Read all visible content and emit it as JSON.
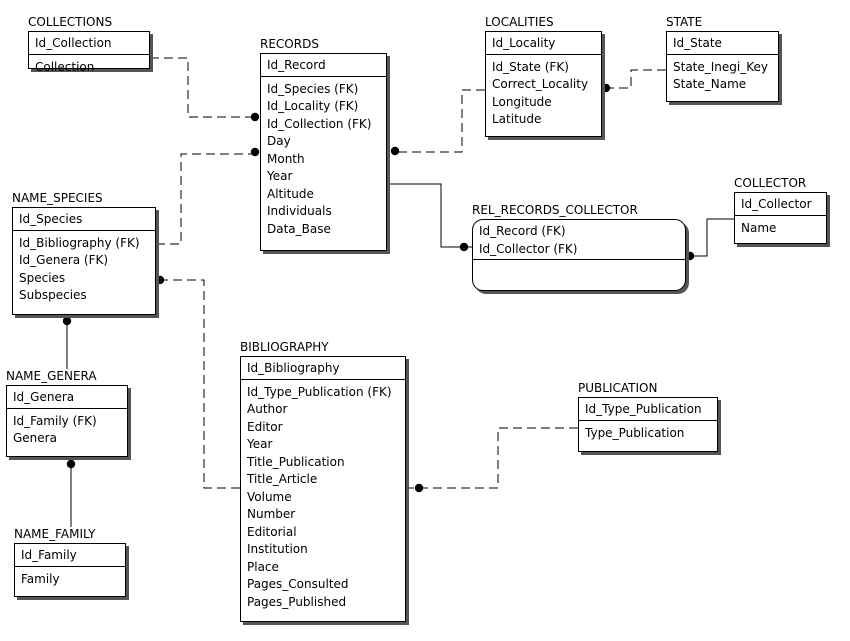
{
  "entities": [
    {
      "id": "collections",
      "name": "COLLECTIONS",
      "pk": [
        "Id_Collection"
      ],
      "attributes": [
        "Collection"
      ]
    },
    {
      "id": "records",
      "name": "RECORDS",
      "pk": [
        "Id_Record"
      ],
      "attributes": [
        "Id_Species (FK)",
        "Id_Locality (FK)",
        "Id_Collection (FK)",
        "Day",
        "Month",
        "Year",
        "Altitude",
        "Individuals",
        "Data_Base"
      ]
    },
    {
      "id": "localities",
      "name": "LOCALITIES",
      "pk": [
        "Id_Locality"
      ],
      "attributes": [
        "Id_State (FK)",
        "Correct_Locality",
        "Longitude",
        "Latitude"
      ]
    },
    {
      "id": "state",
      "name": "STATE",
      "pk": [
        "Id_State"
      ],
      "attributes": [
        "State_Inegi_Key",
        "State_Name"
      ]
    },
    {
      "id": "name_species",
      "name": "NAME_SPECIES",
      "pk": [
        "Id_Species"
      ],
      "attributes": [
        "Id_Bibliography (FK)",
        "Id_Genera (FK)",
        "Species",
        "Subspecies"
      ]
    },
    {
      "id": "rel_records_collector",
      "name": "REL_RECORDS_COLLECTOR",
      "pk": [
        "Id_Record (FK)",
        "Id_Collector (FK)"
      ],
      "attributes": []
    },
    {
      "id": "collector",
      "name": "COLLECTOR",
      "pk": [
        "Id_Collector"
      ],
      "attributes": [
        "Name"
      ]
    },
    {
      "id": "name_genera",
      "name": "NAME_GENERA",
      "pk": [
        "Id_Genera"
      ],
      "attributes": [
        "Id_Family (FK)",
        "Genera"
      ]
    },
    {
      "id": "bibliography",
      "name": "BIBLIOGRAPHY",
      "pk": [
        "Id_Bibliography"
      ],
      "attributes": [
        "Id_Type_Publication (FK)",
        "Author",
        "Editor",
        "Year",
        "Title_Publication",
        "Title_Article",
        "Volume",
        "Number",
        "Editorial",
        "Institution",
        "Place",
        "Pages_Consulted",
        "Pages_Published"
      ]
    },
    {
      "id": "publication",
      "name": "PUBLICATION",
      "pk": [
        "Id_Type_Publication"
      ],
      "attributes": [
        "Type_Publication"
      ]
    },
    {
      "id": "name_family",
      "name": "NAME_FAMILY",
      "pk": [
        "Id_Family"
      ],
      "attributes": [
        "Family"
      ]
    }
  ],
  "relationships": [
    {
      "from": "collections",
      "to": "records",
      "style": "dashed"
    },
    {
      "from": "name_species",
      "to": "records",
      "style": "dashed"
    },
    {
      "from": "localities",
      "to": "records",
      "style": "dashed"
    },
    {
      "from": "state",
      "to": "localities",
      "style": "dashed"
    },
    {
      "from": "records",
      "to": "rel_records_collector",
      "style": "solid"
    },
    {
      "from": "collector",
      "to": "rel_records_collector",
      "style": "solid"
    },
    {
      "from": "name_genera",
      "to": "name_species",
      "style": "solid"
    },
    {
      "from": "bibliography",
      "to": "name_species",
      "style": "dashed"
    },
    {
      "from": "name_family",
      "to": "name_genera",
      "style": "solid"
    },
    {
      "from": "publication",
      "to": "bibliography",
      "style": "dashed"
    }
  ],
  "colors": {
    "line": "#000000",
    "box_fill": "#ffffff",
    "shadow": "#555555"
  }
}
